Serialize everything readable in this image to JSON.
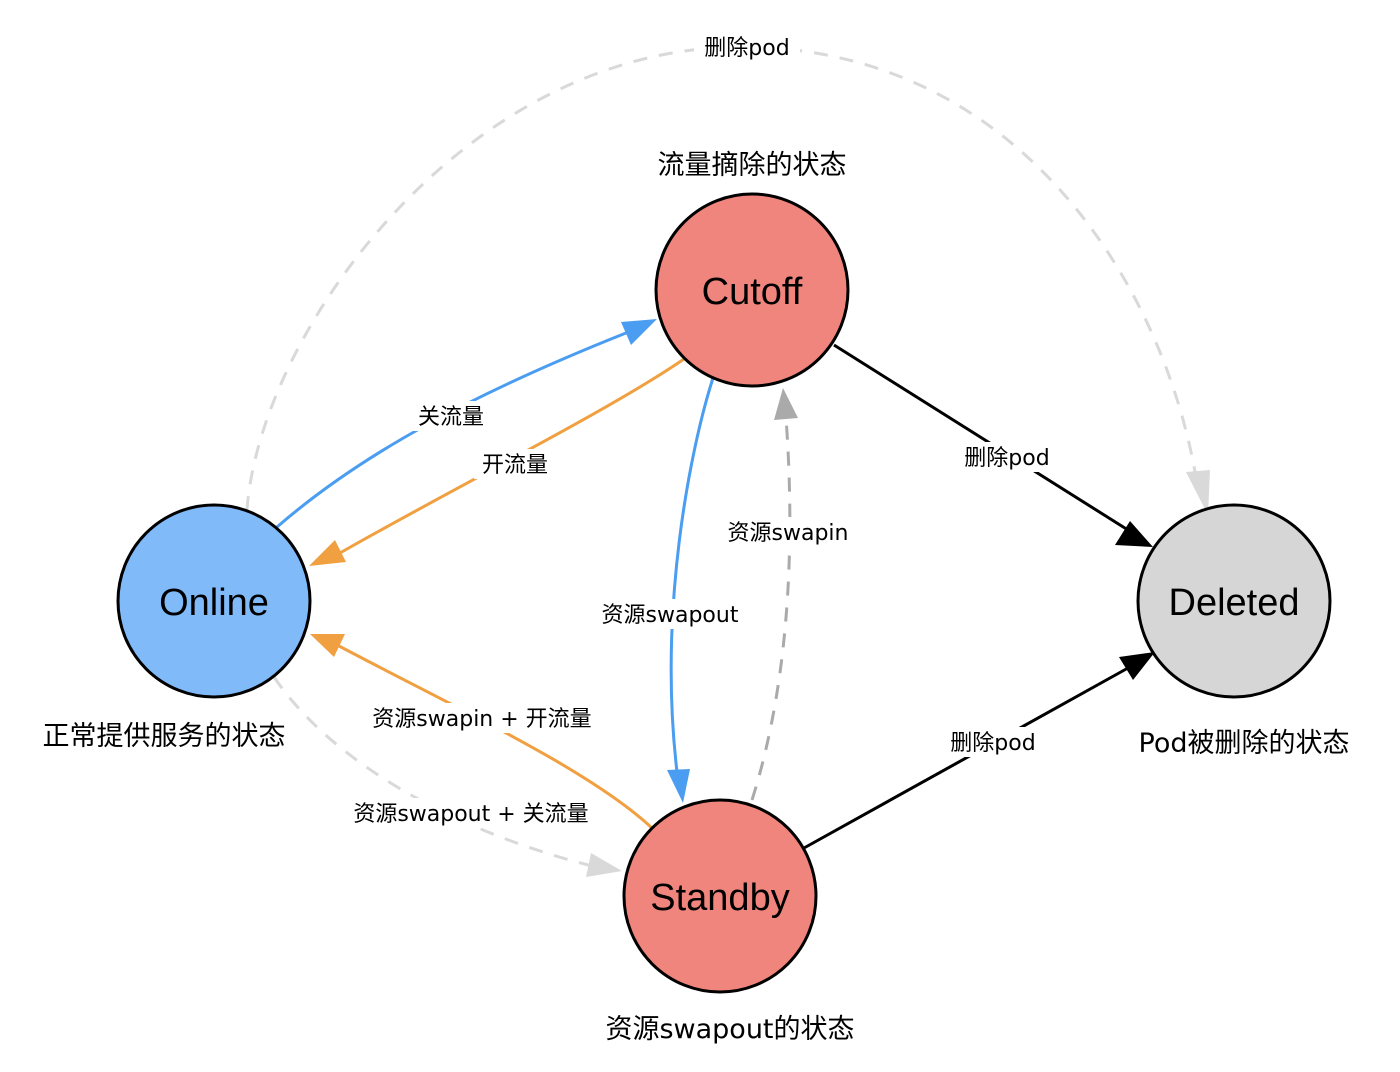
{
  "nodes": {
    "online": {
      "label": "Online",
      "caption": "正常提供服务的状态",
      "fill": "#80baf8"
    },
    "cutoff": {
      "label": "Cutoff",
      "caption": "流量摘除的状态",
      "fill": "#f0857d"
    },
    "standby": {
      "label": "Standby",
      "caption": "资源swapout的状态",
      "fill": "#f0857d"
    },
    "deleted": {
      "label": "Deleted",
      "caption": "Pod被删除的状态",
      "fill": "#d6d6d6"
    }
  },
  "edges": {
    "online_deleted": {
      "label": "删除pod",
      "color": "#d9d9d9",
      "style": "dashed"
    },
    "online_cutoff": {
      "label": "关流量",
      "color": "#4a9df0",
      "style": "solid"
    },
    "cutoff_online": {
      "label": "开流量",
      "color": "#f0a040",
      "style": "solid"
    },
    "cutoff_standby": {
      "label": "资源swapout",
      "color": "#4a9df0",
      "style": "solid"
    },
    "standby_cutoff": {
      "label": "资源swapin",
      "color": "#aaaaaa",
      "style": "dashed"
    },
    "cutoff_deleted": {
      "label": "删除pod",
      "color": "#000000",
      "style": "solid"
    },
    "standby_deleted": {
      "label": "删除pod",
      "color": "#000000",
      "style": "solid"
    },
    "standby_online": {
      "label": "资源swapin + 开流量",
      "color": "#f0a040",
      "style": "solid"
    },
    "online_standby": {
      "label": "资源swapout + 关流量",
      "color": "#d9d9d9",
      "style": "dashed"
    }
  }
}
